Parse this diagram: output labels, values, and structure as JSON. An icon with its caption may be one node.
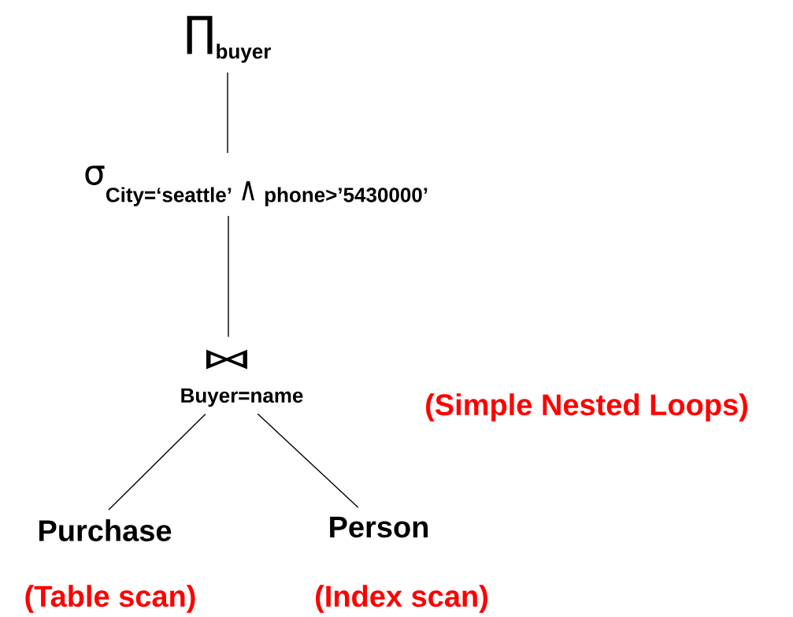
{
  "diagram": {
    "nodes": [
      {
        "text": [
          "∏",
          "buyer"
        ]
      },
      {
        "text": [
          "σ",
          "City=‘seattle’",
          "∧",
          "phone>’5430000’"
        ]
      },
      {
        "text": [
          "⋈",
          "Buyer=name"
        ]
      },
      {
        "text": [
          "Purchase"
        ],
        "beside": [
          "(Table scan)"
        ]
      },
      {
        "text": [
          "Person"
        ],
        "beside": [
          "(Index scan)"
        ]
      }
    ],
    "edges": [
      {
        "from": 0,
        "to": 1,
        "arrow": "none"
      },
      {
        "from": 1,
        "to": 2,
        "arrow": "none"
      },
      {
        "from": 2,
        "to": 3,
        "arrow": "none"
      },
      {
        "from": 2,
        "to": 4,
        "arrow": "none"
      }
    ],
    "labels": [
      "(Simple Nested Loops)"
    ]
  }
}
